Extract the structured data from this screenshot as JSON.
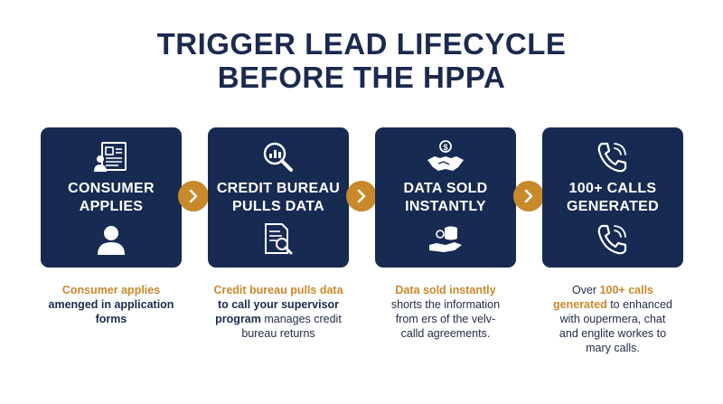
{
  "title": {
    "line1": "TRIGGER LEAD LIFECYCLE",
    "line2": "BEFORE THE HPPA"
  },
  "colors": {
    "navy": "#172a52",
    "gold": "#c8892b",
    "title": "#1b2a4e"
  },
  "steps": [
    {
      "label1": "CONSUMER",
      "label2": "APPLIES",
      "icon_top": "application-form-icon",
      "icon_bottom": "person-icon",
      "desc": {
        "l1": "Consumer applies",
        "l2": "amenged in application",
        "l3": "forms"
      }
    },
    {
      "label1": "CREDIT BUREAU",
      "label2": "PULLS DATA",
      "icon_top": "magnifier-chart-icon",
      "icon_bottom": "document-search-icon",
      "desc": {
        "l1": "Credit bureau pulls data",
        "l2": "to call your supervisor",
        "l3a": "program",
        "l3b": " manages credit",
        "l4": "bureau returns"
      }
    },
    {
      "label1": "DATA SOLD",
      "label2": "INSTANTLY",
      "icon_top": "handshake-money-icon",
      "icon_bottom": "hand-coins-icon",
      "desc": {
        "l1": "Data sold instantly",
        "l2": "shorts the information",
        "l3": "from ers of the velv-",
        "l4": "calld agreements."
      }
    },
    {
      "label1": "100+ CALLS",
      "label2": "GENERATED",
      "icon_top": "phone-ringing-icon",
      "icon_bottom": "phone-ringing-icon",
      "desc": {
        "l1a": "Over ",
        "l1b": "100+ calls",
        "l2a": "generated",
        "l2b": " to enhanced",
        "l3": "with oupermera, chat",
        "l4": "and englite workes to",
        "l5": "mary calls."
      }
    }
  ]
}
